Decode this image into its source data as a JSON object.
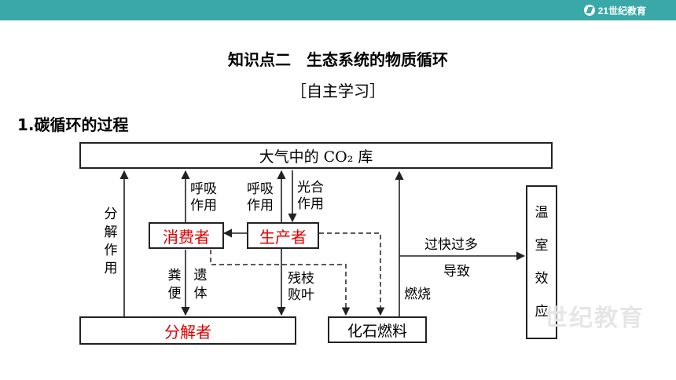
{
  "header": {
    "logo_text": "21世纪教育"
  },
  "title": "知识点二　生态系统的物质循环",
  "subtitle": "［自主学习］",
  "section_heading": "1.碳循环的过程",
  "diagram": {
    "atmosphere": "大气中的 CO₂ 库",
    "consumer": "消费者",
    "producer": "生产者",
    "decomposer": "分解者",
    "fossil_fuel": "化石燃料",
    "greenhouse": "温室效应",
    "labels": {
      "decomposition": "分解作用",
      "respiration_consumer": [
        "呼吸",
        "作用"
      ],
      "respiration_producer": [
        "呼吸",
        "作用"
      ],
      "photosynthesis": [
        "光合",
        "作用"
      ],
      "feces": "粪便",
      "remains": "遗体",
      "litter": [
        "残枝",
        "败叶"
      ],
      "combustion": "燃烧",
      "excess": "过快过多",
      "leads_to": "导致"
    },
    "colors": {
      "answer": "#e00000",
      "line": "#222222"
    }
  },
  "watermark": "世纪教育"
}
